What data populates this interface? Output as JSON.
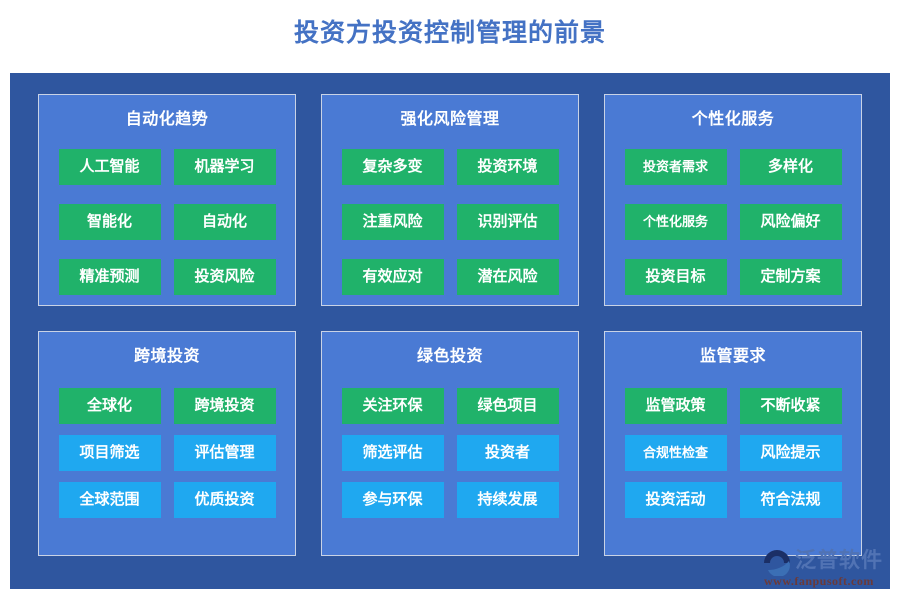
{
  "page": {
    "title": "投资方投资控制管理的前景",
    "title_color": "#4472c4",
    "panel_color": "#2f569f",
    "card_color": "#4a7ad4",
    "tag_green": "#20b26a",
    "tag_blue": "#1fa8f0"
  },
  "cards": [
    {
      "title": "自动化趋势",
      "tags": [
        {
          "label": "人工智能",
          "color": "green"
        },
        {
          "label": "机器学习",
          "color": "green"
        },
        {
          "label": "智能化",
          "color": "green"
        },
        {
          "label": "自动化",
          "color": "green"
        },
        {
          "label": "精准预测",
          "color": "green"
        },
        {
          "label": "投资风险",
          "color": "green"
        }
      ]
    },
    {
      "title": "强化风险管理",
      "tags": [
        {
          "label": "复杂多变",
          "color": "green"
        },
        {
          "label": "投资环境",
          "color": "green"
        },
        {
          "label": "注重风险",
          "color": "green"
        },
        {
          "label": "识别评估",
          "color": "green"
        },
        {
          "label": "有效应对",
          "color": "green"
        },
        {
          "label": "潜在风险",
          "color": "green"
        }
      ]
    },
    {
      "title": "个性化服务",
      "tags": [
        {
          "label": "投资者需求",
          "color": "green",
          "small": true
        },
        {
          "label": "多样化",
          "color": "green"
        },
        {
          "label": "个性化服务",
          "color": "green",
          "small": true
        },
        {
          "label": "风险偏好",
          "color": "green"
        },
        {
          "label": "投资目标",
          "color": "green"
        },
        {
          "label": "定制方案",
          "color": "green"
        }
      ]
    },
    {
      "title": "跨境投资",
      "tags": [
        {
          "label": "全球化",
          "color": "green"
        },
        {
          "label": "跨境投资",
          "color": "green"
        },
        {
          "label": "项目筛选",
          "color": "blue"
        },
        {
          "label": "评估管理",
          "color": "blue"
        },
        {
          "label": "全球范围",
          "color": "blue"
        },
        {
          "label": "优质投资",
          "color": "blue"
        }
      ]
    },
    {
      "title": "绿色投资",
      "tags": [
        {
          "label": "关注环保",
          "color": "green"
        },
        {
          "label": "绿色项目",
          "color": "green"
        },
        {
          "label": "筛选评估",
          "color": "blue"
        },
        {
          "label": "投资者",
          "color": "blue"
        },
        {
          "label": "参与环保",
          "color": "blue"
        },
        {
          "label": "持续发展",
          "color": "blue"
        }
      ]
    },
    {
      "title": "监管要求",
      "tags": [
        {
          "label": "监管政策",
          "color": "green"
        },
        {
          "label": "不断收紧",
          "color": "green"
        },
        {
          "label": "合规性检查",
          "color": "blue",
          "small": true
        },
        {
          "label": "风险提示",
          "color": "blue"
        },
        {
          "label": "投资活动",
          "color": "blue"
        },
        {
          "label": "符合法规",
          "color": "blue"
        }
      ]
    }
  ],
  "logo": {
    "name": "泛普软件",
    "url": "www.fanpusoft.com"
  }
}
